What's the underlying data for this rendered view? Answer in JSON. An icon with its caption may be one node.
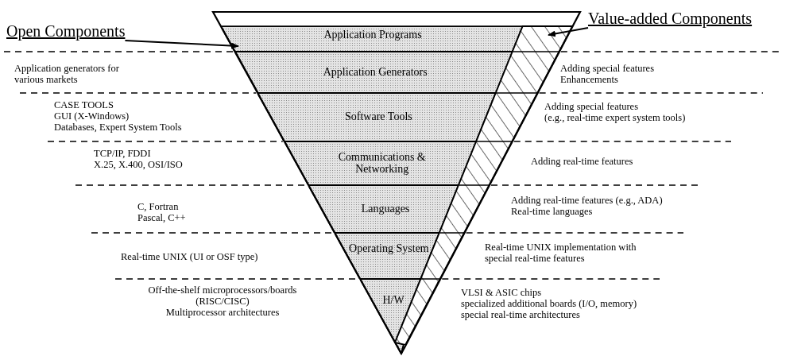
{
  "diagram": {
    "nodes": [
      {
        "text": [
          "Open Components"
        ]
      },
      {
        "text": [
          "Value-added Components"
        ]
      },
      {
        "text": [
          "Application Programs"
        ]
      },
      {
        "text": [
          "Application Generators"
        ]
      },
      {
        "text": [
          "Software Tools"
        ]
      },
      {
        "text": [
          "Communications & Networking"
        ]
      },
      {
        "text": [
          "Languages"
        ]
      },
      {
        "text": [
          "Operating System"
        ]
      },
      {
        "text": [
          "H/W"
        ]
      },
      {
        "text": [],
        "shape": "band"
      }
    ],
    "edges": [
      {
        "from": 0,
        "to": 2,
        "arrow": "to"
      },
      {
        "from": 1,
        "to": 9,
        "arrow": "to"
      }
    ],
    "labels": [
      "Application generators for",
      "various markets",
      "Adding special features",
      "Enhancements",
      "CASE TOOLS",
      "GUI (X-Windows)",
      "Databases, Expert System Tools",
      "Adding special features",
      "(e.g., real-time expert system tools)",
      "TCP/IP, FDDI",
      "X.25, X.400, OSI/ISO",
      "Adding real-time features",
      "C, Fortran",
      "Pascal, C++",
      "Adding real-time features (e.g., ADA)",
      "Real-time languages",
      "Real-time UNIX (UI or OSF type)",
      "Real-time UNIX implementation with",
      "special real-time features",
      "Off-the-shelf microprocessors/boards",
      "(RISC/CISC)",
      "Multiprocessor architectures",
      "VLSI & ASIC chips",
      "specialized additional boards (I/O, memory)",
      "special real-time architectures"
    ]
  }
}
